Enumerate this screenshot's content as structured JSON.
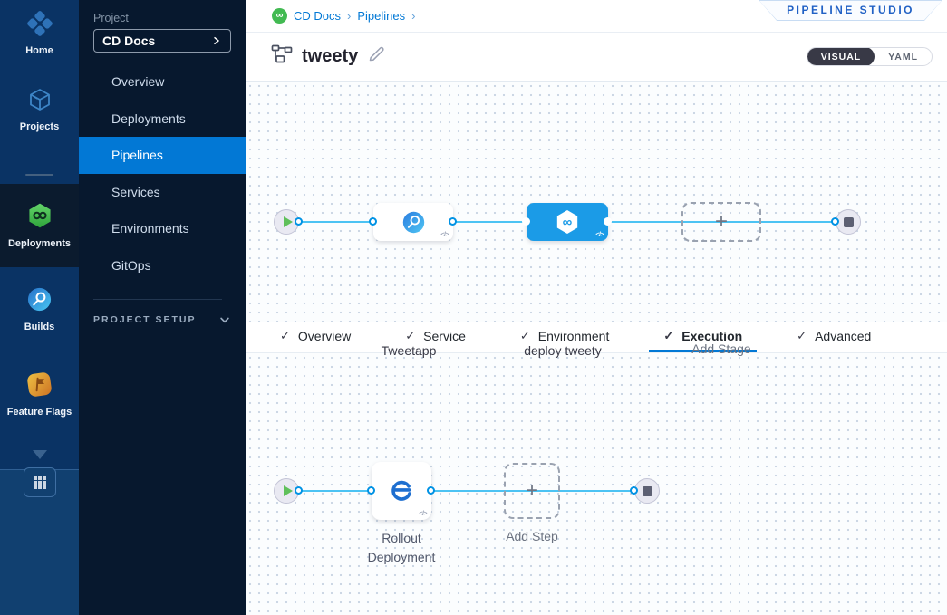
{
  "colors": {
    "accent": "#0278d5",
    "selected-node": "#1b9be7",
    "link-line": "#4cc3f3",
    "rail-bg": "#0a3364",
    "sidenav-bg": "#07182e",
    "success-green": "#42ba52",
    "studio-blue": "#2161c5",
    "toggle-dark": "#383946"
  },
  "rail": {
    "items": [
      {
        "label": "Home",
        "icon": "home-icon",
        "active": false
      },
      {
        "label": "Projects",
        "icon": "projects-icon",
        "active": false
      },
      {
        "label": "Deployments",
        "icon": "deployments-icon",
        "active": true
      },
      {
        "label": "Builds",
        "icon": "builds-icon",
        "active": false
      },
      {
        "label": "Feature Flags",
        "icon": "feature-flags-icon",
        "active": false
      }
    ]
  },
  "sidenav": {
    "project_label": "Project",
    "selected_project": "CD Docs",
    "items": [
      "Overview",
      "Deployments",
      "Pipelines",
      "Services",
      "Environments",
      "GitOps"
    ],
    "selected_item": "Pipelines",
    "project_setup_label": "PROJECT SETUP"
  },
  "header": {
    "breadcrumb": {
      "crumbs": [
        "CD Docs",
        "Pipelines"
      ],
      "separator": "›"
    },
    "studio_badge": "PIPELINE STUDIO",
    "pipeline_name": "tweety",
    "toggle": {
      "visual": "VISUAL",
      "yaml": "YAML",
      "selected": "VISUAL"
    }
  },
  "stage_graph": {
    "stages": [
      {
        "name": "Tweetapp",
        "type": "build",
        "selected": false
      },
      {
        "name": "deploy tweety",
        "type": "deploy",
        "selected": true
      }
    ],
    "add_stage_label": "Add Stage"
  },
  "tabs": {
    "items": [
      {
        "label": "Overview",
        "complete": true,
        "active": false
      },
      {
        "label": "Service",
        "complete": true,
        "active": false
      },
      {
        "label": "Environment",
        "complete": true,
        "active": false
      },
      {
        "label": "Execution",
        "complete": true,
        "active": true
      },
      {
        "label": "Advanced",
        "complete": true,
        "active": false
      }
    ]
  },
  "execution_graph": {
    "steps": [
      {
        "name": "Rollout Deployment",
        "type": "rolling-deployment"
      }
    ],
    "add_step_label": "Add Step"
  },
  "icons": {
    "check": "✓",
    "plus": "+",
    "code": "</>",
    "infinity": "∞",
    "chevron_right": "›"
  }
}
